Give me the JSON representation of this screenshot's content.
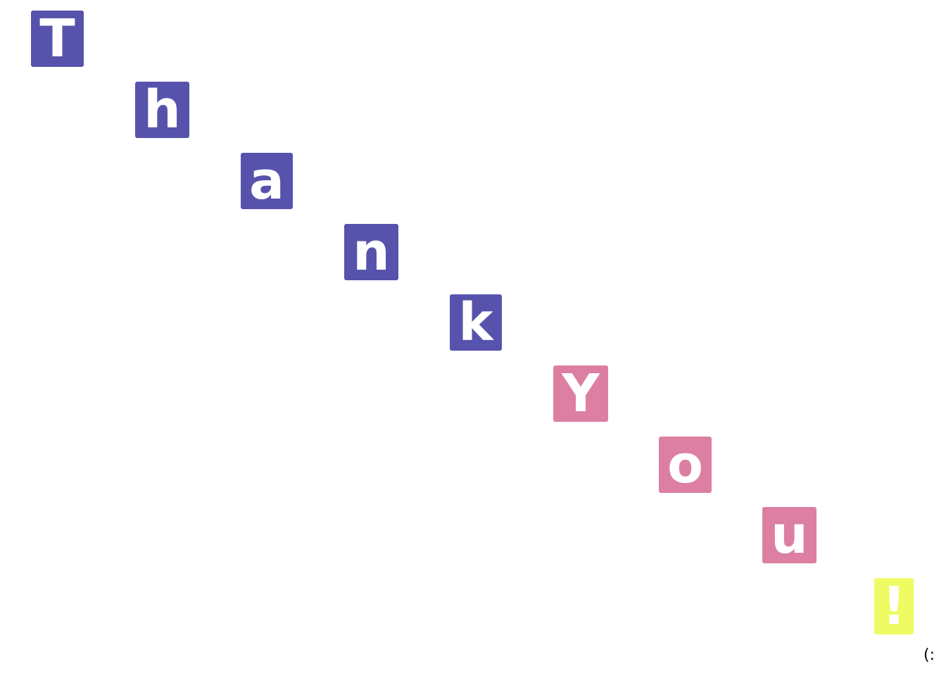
{
  "colors": {
    "purple": "#5753AC",
    "pink": "#DC7FA2",
    "yellow": "#EFFB62",
    "text_on_tile": "#FFFFFF"
  },
  "tiles": [
    {
      "char": "T",
      "color": "purple"
    },
    {
      "char": "h",
      "color": "purple"
    },
    {
      "char": "a",
      "color": "purple"
    },
    {
      "char": "n",
      "color": "purple"
    },
    {
      "char": "k",
      "color": "purple"
    },
    {
      "char": "Y",
      "color": "pink"
    },
    {
      "char": "o",
      "color": "pink"
    },
    {
      "char": "u",
      "color": "pink"
    },
    {
      "char": "!",
      "color": "yellow"
    }
  ],
  "footer": {
    "smiley": "(:"
  }
}
